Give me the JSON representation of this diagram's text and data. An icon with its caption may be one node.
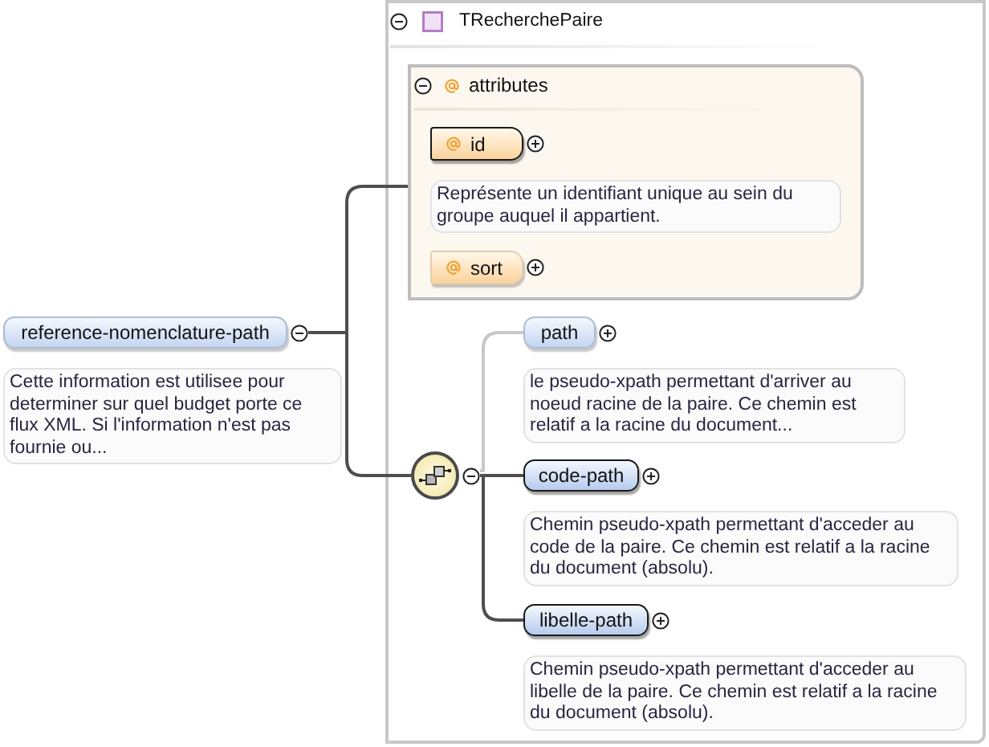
{
  "diagram": {
    "nodes": [
      {
        "text": [
          "TRecherchePaire"
        ]
      },
      {
        "text": [
          "reference-nomenclature-path"
        ],
        "beside": [
          "Cette information est utilisee pour determiner sur quel budget porte ce flux XML. Si l'information n'est pas fournie ou..."
        ]
      },
      {
        "text": [
          "attributes"
        ],
        "in": 0
      },
      {
        "text": [
          "id"
        ],
        "in": 2,
        "beside": [
          "Représente un identifiant unique au sein du groupe auquel il appartient."
        ]
      },
      {
        "text": [
          "sort"
        ],
        "in": 2
      },
      {
        "text": [],
        "shape": "circle",
        "in": 0
      },
      {
        "text": [
          "path"
        ],
        "in": 0,
        "beside": [
          "le pseudo-xpath permettant d'arriver au noeud racine de la paire. Ce chemin est relatif a la racine du document..."
        ]
      },
      {
        "text": [
          "code-path"
        ],
        "in": 0,
        "beside": [
          "Chemin pseudo-xpath permettant d'acceder au code de la paire. Ce chemin est relatif a la racine du document (absolu)."
        ]
      },
      {
        "text": [
          "libelle-path"
        ],
        "in": 0,
        "beside": [
          "Chemin pseudo-xpath permettant d'acceder au libelle de la paire. Ce chemin est relatif a la racine du document (absolu)."
        ]
      }
    ],
    "edges": [
      {
        "from": 1,
        "to": 2,
        "arrow": "none"
      },
      {
        "from": 1,
        "to": 5,
        "arrow": "none"
      },
      {
        "from": 5,
        "to": 6,
        "arrow": "none",
        "color": "#c8c8c8"
      },
      {
        "from": 5,
        "to": 7,
        "arrow": "none"
      },
      {
        "from": 5,
        "to": 8,
        "arrow": "none"
      }
    ]
  }
}
